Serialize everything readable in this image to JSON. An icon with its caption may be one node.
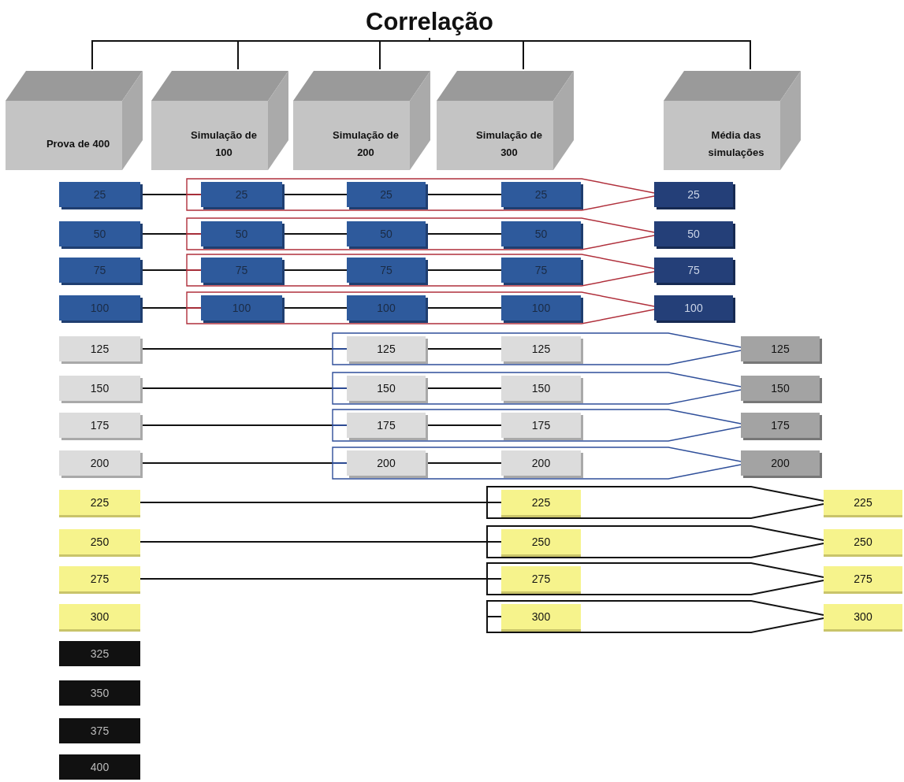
{
  "diagram": {
    "nodes": [
      {
        "text": [
          "Correlação"
        ]
      },
      {
        "text": [
          "Prova de 400"
        ]
      },
      {
        "text": [
          "Simulação de 100"
        ]
      },
      {
        "text": [
          "Simulação de 200"
        ]
      },
      {
        "text": [
          "Simulação de 300"
        ]
      },
      {
        "text": [
          "Média das simulações"
        ]
      },
      {
        "text": [
          "25"
        ]
      },
      {
        "text": [
          "25"
        ]
      },
      {
        "text": [
          "25"
        ]
      },
      {
        "text": [
          "25"
        ]
      },
      {
        "text": [
          "25"
        ]
      },
      {
        "text": [
          "50"
        ]
      },
      {
        "text": [
          "50"
        ]
      },
      {
        "text": [
          "50"
        ]
      },
      {
        "text": [
          "50"
        ]
      },
      {
        "text": [
          "50"
        ]
      },
      {
        "text": [
          "75"
        ]
      },
      {
        "text": [
          "75"
        ]
      },
      {
        "text": [
          "75"
        ]
      },
      {
        "text": [
          "75"
        ]
      },
      {
        "text": [
          "75"
        ]
      },
      {
        "text": [
          "100"
        ]
      },
      {
        "text": [
          "100"
        ]
      },
      {
        "text": [
          "100"
        ]
      },
      {
        "text": [
          "100"
        ]
      },
      {
        "text": [
          "100"
        ]
      },
      {
        "text": [
          "125"
        ]
      },
      {
        "text": [
          "125"
        ]
      },
      {
        "text": [
          "125"
        ]
      },
      {
        "text": [
          "125"
        ]
      },
      {
        "text": [
          "150"
        ]
      },
      {
        "text": [
          "150"
        ]
      },
      {
        "text": [
          "150"
        ]
      },
      {
        "text": [
          "150"
        ]
      },
      {
        "text": [
          "175"
        ]
      },
      {
        "text": [
          "175"
        ]
      },
      {
        "text": [
          "175"
        ]
      },
      {
        "text": [
          "175"
        ]
      },
      {
        "text": [
          "200"
        ]
      },
      {
        "text": [
          "200"
        ]
      },
      {
        "text": [
          "200"
        ]
      },
      {
        "text": [
          "200"
        ]
      },
      {
        "text": [
          "225"
        ]
      },
      {
        "text": [
          "225"
        ]
      },
      {
        "text": [
          "225"
        ]
      },
      {
        "text": [
          "250"
        ]
      },
      {
        "text": [
          "250"
        ]
      },
      {
        "text": [
          "250"
        ]
      },
      {
        "text": [
          "275"
        ]
      },
      {
        "text": [
          "275"
        ]
      },
      {
        "text": [
          "275"
        ]
      },
      {
        "text": [
          "300"
        ]
      },
      {
        "text": [
          "300"
        ]
      },
      {
        "text": [
          "300"
        ]
      },
      {
        "text": [
          "325"
        ]
      },
      {
        "text": [
          "350"
        ]
      },
      {
        "text": [
          "375"
        ]
      },
      {
        "text": [
          "400"
        ]
      }
    ],
    "edges": [
      {
        "from": 0,
        "to": 1,
        "arrow": "none"
      },
      {
        "from": 0,
        "to": 2,
        "arrow": "none"
      },
      {
        "from": 0,
        "to": 3,
        "arrow": "none"
      },
      {
        "from": 0,
        "to": 4,
        "arrow": "none"
      },
      {
        "from": 0,
        "to": 5,
        "arrow": "none"
      },
      {
        "from": 6,
        "to": 7,
        "arrow": "none"
      },
      {
        "from": 7,
        "to": 8,
        "arrow": "none"
      },
      {
        "from": 8,
        "to": 9,
        "arrow": "none"
      },
      {
        "from": 7,
        "to": 10,
        "arrow": "none",
        "color": "#b0303c"
      },
      {
        "from": 7,
        "to": 10,
        "arrow": "none",
        "color": "#b0303c"
      },
      {
        "from": 11,
        "to": 12,
        "arrow": "none"
      },
      {
        "from": 12,
        "to": 13,
        "arrow": "none"
      },
      {
        "from": 13,
        "to": 14,
        "arrow": "none"
      },
      {
        "from": 12,
        "to": 15,
        "arrow": "none",
        "color": "#b0303c"
      },
      {
        "from": 12,
        "to": 15,
        "arrow": "none",
        "color": "#b0303c"
      },
      {
        "from": 16,
        "to": 17,
        "arrow": "none"
      },
      {
        "from": 17,
        "to": 18,
        "arrow": "none"
      },
      {
        "from": 18,
        "to": 19,
        "arrow": "none"
      },
      {
        "from": 17,
        "to": 20,
        "arrow": "none",
        "color": "#b0303c"
      },
      {
        "from": 17,
        "to": 20,
        "arrow": "none",
        "color": "#b0303c"
      },
      {
        "from": 21,
        "to": 22,
        "arrow": "none"
      },
      {
        "from": 22,
        "to": 23,
        "arrow": "none"
      },
      {
        "from": 23,
        "to": 24,
        "arrow": "none"
      },
      {
        "from": 22,
        "to": 25,
        "arrow": "none",
        "color": "#b0303c"
      },
      {
        "from": 22,
        "to": 25,
        "arrow": "none",
        "color": "#b0303c"
      },
      {
        "from": 26,
        "to": 27,
        "arrow": "none"
      },
      {
        "from": 27,
        "to": 28,
        "arrow": "none"
      },
      {
        "from": 27,
        "to": 29,
        "arrow": "none",
        "color": "#2f4f9a"
      },
      {
        "from": 27,
        "to": 29,
        "arrow": "none",
        "color": "#2f4f9a"
      },
      {
        "from": 30,
        "to": 31,
        "arrow": "none"
      },
      {
        "from": 31,
        "to": 32,
        "arrow": "none"
      },
      {
        "from": 31,
        "to": 33,
        "arrow": "none",
        "color": "#2f4f9a"
      },
      {
        "from": 31,
        "to": 33,
        "arrow": "none",
        "color": "#2f4f9a"
      },
      {
        "from": 34,
        "to": 35,
        "arrow": "none"
      },
      {
        "from": 35,
        "to": 36,
        "arrow": "none"
      },
      {
        "from": 35,
        "to": 37,
        "arrow": "none",
        "color": "#2f4f9a"
      },
      {
        "from": 35,
        "to": 37,
        "arrow": "none",
        "color": "#2f4f9a"
      },
      {
        "from": 38,
        "to": 39,
        "arrow": "none"
      },
      {
        "from": 39,
        "to": 40,
        "arrow": "none"
      },
      {
        "from": 39,
        "to": 41,
        "arrow": "none",
        "color": "#2f4f9a"
      },
      {
        "from": 39,
        "to": 41,
        "arrow": "none",
        "color": "#2f4f9a"
      },
      {
        "from": 42,
        "to": 43,
        "arrow": "none"
      },
      {
        "from": 43,
        "to": 44,
        "arrow": "none"
      },
      {
        "from": 43,
        "to": 44,
        "arrow": "none"
      },
      {
        "from": 45,
        "to": 46,
        "arrow": "none"
      },
      {
        "from": 46,
        "to": 47,
        "arrow": "none"
      },
      {
        "from": 46,
        "to": 47,
        "arrow": "none"
      },
      {
        "from": 48,
        "to": 49,
        "arrow": "none"
      },
      {
        "from": 49,
        "to": 50,
        "arrow": "none"
      },
      {
        "from": 49,
        "to": 50,
        "arrow": "none"
      },
      {
        "from": 52,
        "to": 53,
        "arrow": "none"
      },
      {
        "from": 52,
        "to": 53,
        "arrow": "none"
      }
    ]
  }
}
